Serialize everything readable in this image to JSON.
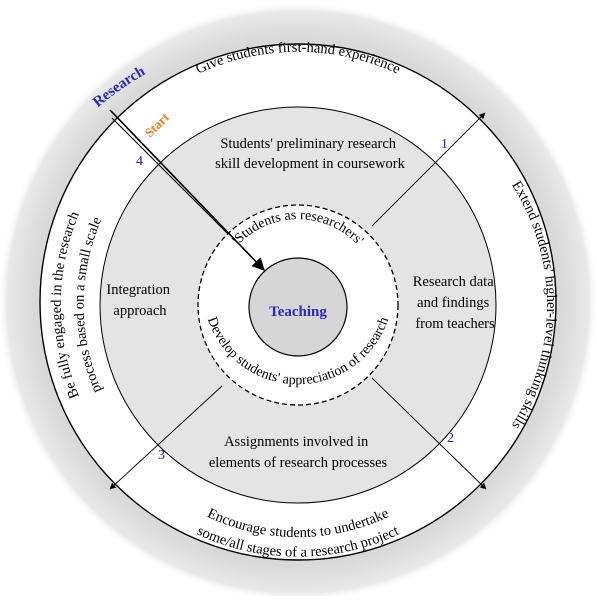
{
  "diagram": {
    "center_label": "Teaching",
    "inner_ring": {
      "top": "'Students as researchers'",
      "bottom": "Develop students' appreciation of research"
    },
    "quadrants": {
      "top": {
        "lines": [
          "Students' preliminary research",
          "skill development in coursework"
        ],
        "number": "1"
      },
      "right": {
        "lines": [
          "Research data",
          "and findings",
          "from teachers"
        ],
        "number": "2"
      },
      "bottom": {
        "lines": [
          "Assignments involved in",
          "elements of research processes"
        ],
        "number": "3"
      },
      "left": {
        "lines": [
          "Integration",
          "approach"
        ],
        "number": "4"
      }
    },
    "outer_ring": {
      "top": "Give students first-hand experience",
      "right": "Extend students' higher-level thinking skills",
      "bottom_line1": "Encourage students to undertake",
      "bottom_line2": "some/all stages of a research project",
      "left_line1": "Be fully engaged in the research",
      "left_line2": "process based on a small scale"
    },
    "research_label": "Research",
    "start_label": "Start",
    "colors": {
      "quadrant_fill": "#e4e4e4",
      "center_fill": "#d6d6d6",
      "outer_glow": "#cfcfcf",
      "label_blue": "#2a2ab8",
      "number_blue": "#1a1aa8",
      "start_orange": "#f07a1a"
    }
  }
}
